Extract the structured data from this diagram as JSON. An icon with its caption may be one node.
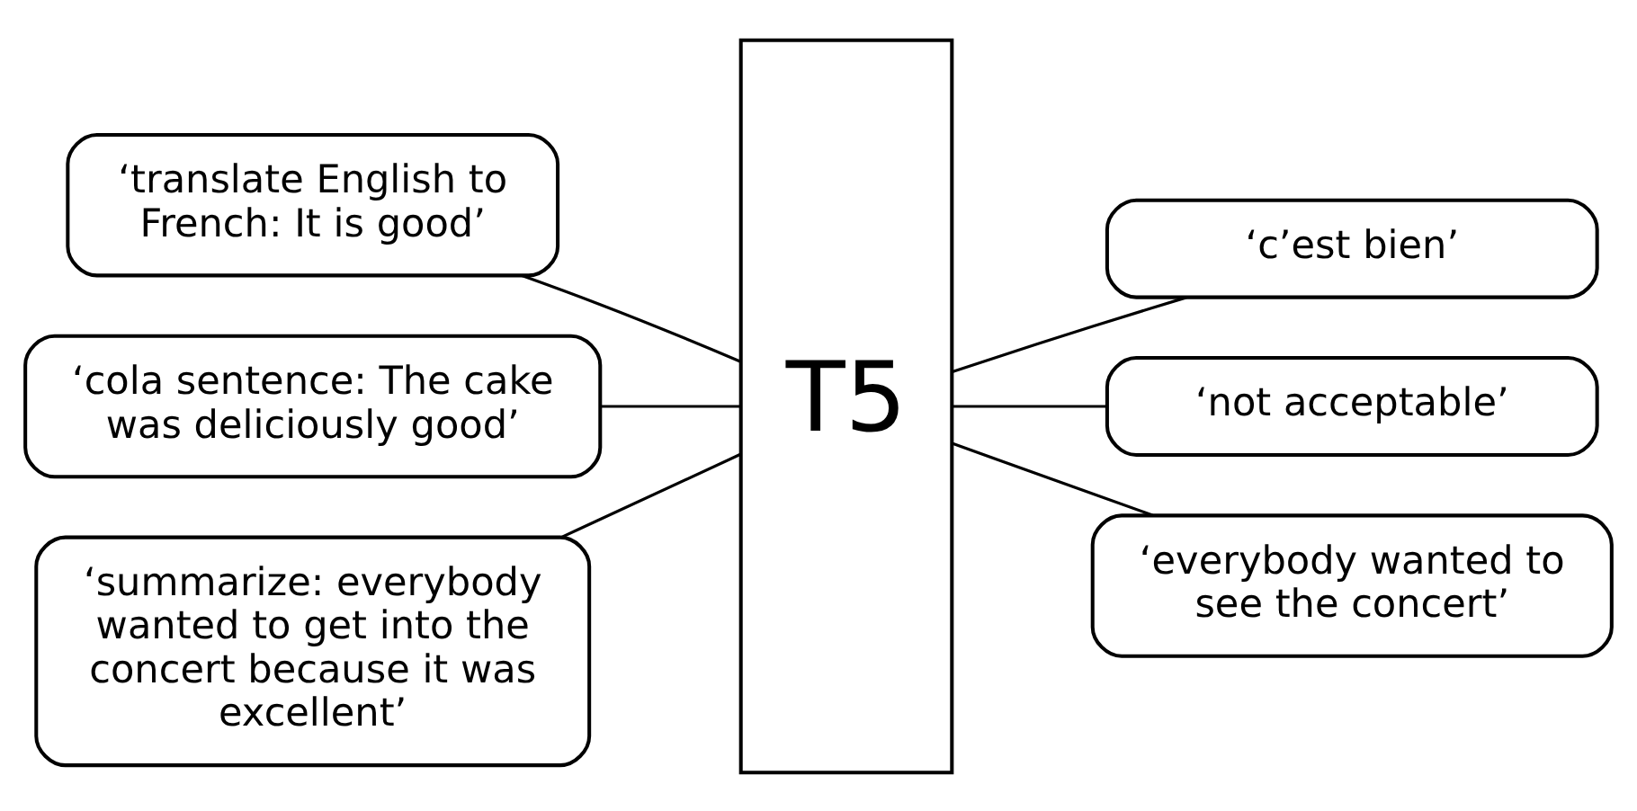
{
  "diagram": {
    "nodes": [
      {
        "text": [
          "‘translate English to French: It is good’"
        ]
      },
      {
        "text": [
          "‘cola sentence: The cake was deliciously good’"
        ]
      },
      {
        "text": [
          "‘summarize: everybody wanted to get into the concert because it was excellent’"
        ]
      },
      {
        "text": [
          "T5"
        ]
      },
      {
        "text": [
          "‘c’est bien’"
        ]
      },
      {
        "text": [
          "‘not acceptable’"
        ]
      },
      {
        "text": [
          "‘everybody wanted to see the concert’"
        ]
      }
    ],
    "edges": [
      {
        "from": 0,
        "to": 3,
        "arrow": "none"
      },
      {
        "from": 1,
        "to": 3,
        "arrow": "none"
      },
      {
        "from": 2,
        "to": 3,
        "arrow": "none"
      },
      {
        "from": 3,
        "to": 4,
        "arrow": "none"
      },
      {
        "from": 3,
        "to": 5,
        "arrow": "none"
      },
      {
        "from": 3,
        "to": 6,
        "arrow": "none"
      }
    ]
  }
}
